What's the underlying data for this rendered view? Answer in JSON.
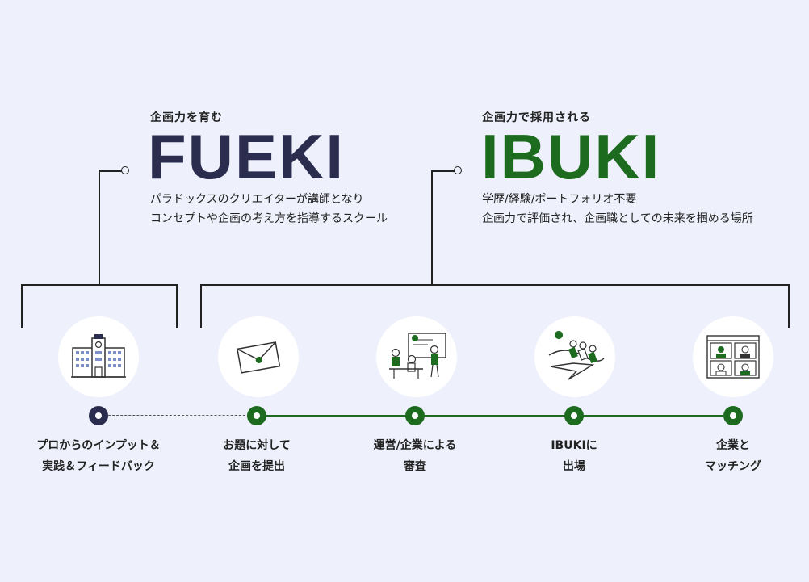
{
  "fueki": {
    "eyebrow": "企画力を育む",
    "title": "FUEKI",
    "desc_line1": "パラドックスのクリエイターが講師となり",
    "desc_line2": "コンセプトや企画の考え方を指導するスクール"
  },
  "ibuki": {
    "eyebrow": "企画力で採用される",
    "title": "IBUKI",
    "desc_line1": "学歴/経験/ポートフォリオ不要",
    "desc_line2": "企画力で評価され、企画職としての未来を掴める場所"
  },
  "steps": [
    {
      "icon": "school-building-icon",
      "line1": "プロからのインプット＆",
      "line2": "実践＆フィードバック",
      "node_color": "#2b2d4f"
    },
    {
      "icon": "envelope-icon",
      "line1": "お題に対して",
      "line2": "企画を提出",
      "node_color": "#1d6b1f"
    },
    {
      "icon": "presentation-review-icon",
      "line1": "運営/企業による",
      "line2": "審査",
      "node_color": "#1d6b1f"
    },
    {
      "icon": "launch-people-icon",
      "line1": "IBUKIに",
      "line2": "出場",
      "node_color": "#1d6b1f"
    },
    {
      "icon": "video-call-icon",
      "line1": "企業と",
      "line2": "マッチング",
      "node_color": "#1d6b1f"
    }
  ],
  "colors": {
    "fueki": "#2b2d4f",
    "ibuki": "#1d6b1f",
    "background": "#eef0fb"
  }
}
